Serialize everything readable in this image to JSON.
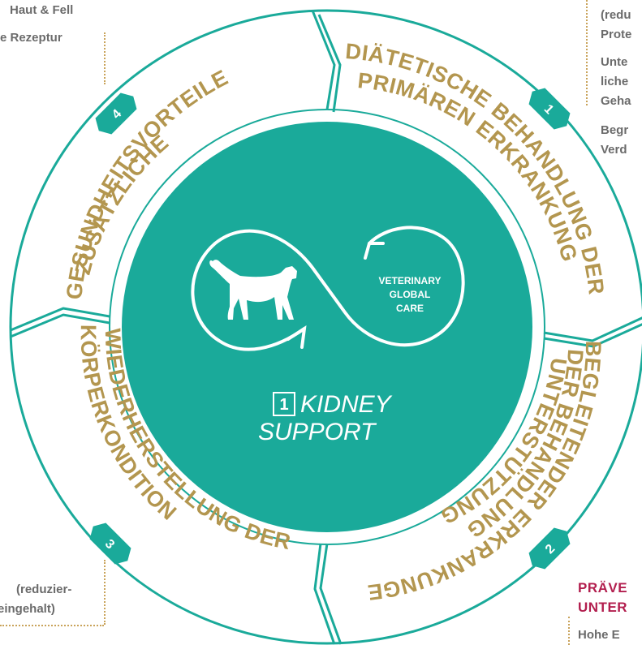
{
  "center": {
    "brand_lines": [
      "VETERINARY",
      "GLOBAL",
      "CARE"
    ],
    "product_number": "1",
    "product_lines": [
      "KIDNEY",
      "SUPPORT"
    ]
  },
  "segments": [
    {
      "number": "1",
      "lines": [
        "DIÄTETISCHE BEHANDLUNG DER",
        "PRIMÄREN ERKRANKUNG"
      ]
    },
    {
      "number": "2",
      "lines": [
        "UNTERSTÜTZUNG",
        "DER BEHANDLUNG",
        "BEGLEITENDER ERKRANKUNGEN"
      ]
    },
    {
      "number": "3",
      "lines": [
        "WIEDERHERSTELLUNG DER",
        "KÖRPERKONDITION"
      ]
    },
    {
      "number": "4",
      "lines": [
        "ZUSÄTZLICHE",
        "GESUNDHEITSVORTEILE"
      ]
    }
  ],
  "side_panels": {
    "top_left": [
      "Haut & Fell",
      "e Rezeptur"
    ],
    "top_right": [
      "(redu",
      "Prote",
      "Unte",
      "liche",
      "Geha",
      "Begr",
      "Verd"
    ],
    "bottom_left": [
      "(reduzier-",
      "eingehalt)"
    ],
    "bottom_right_heading": [
      "PRÄVE",
      "UNTER"
    ],
    "bottom_right": [
      "Hohe E"
    ]
  },
  "colors": {
    "teal": "#1aaa9a",
    "gold": "#b3964f",
    "accent": "#b21e4e"
  }
}
